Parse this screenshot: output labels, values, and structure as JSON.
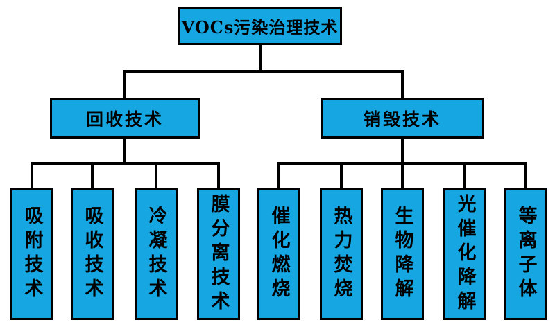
{
  "diagram": {
    "root_label": "VOCs污染治理技术",
    "branches": [
      {
        "label": "回收技术",
        "children": [
          "吸附技术",
          "吸收技术",
          "冷凝技术",
          "膜分离技术"
        ]
      },
      {
        "label": "销毁技术",
        "children": [
          "催化燃烧",
          "热力焚烧",
          "生物降解",
          "光催化降解",
          "等离子体"
        ]
      }
    ],
    "colors": {
      "node_fill": "#16A7E3",
      "node_border": "#000000",
      "connector_line": "#000000",
      "text": "#000000",
      "background": "#FFFFFF"
    }
  }
}
